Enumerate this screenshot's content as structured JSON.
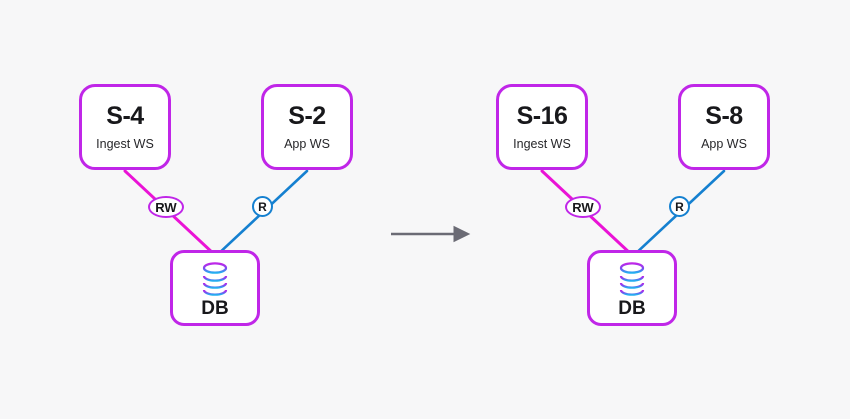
{
  "background_color": "#f7f7f8",
  "colors": {
    "node_border": "#c026e8",
    "edge_rw": "#ea13d6",
    "edge_r": "#1580d0",
    "arrow": "#6b6b75",
    "text": "#18181b",
    "db_icon_top": "#c026e8",
    "db_icon_bottom": "#22a6e8"
  },
  "diagram": {
    "type": "architecture-scaling-diagram",
    "transition_arrow": {
      "name": "transition-arrow",
      "direction": "right",
      "label": ""
    },
    "panels": [
      {
        "id": "before",
        "name": "before-state",
        "nodes": [
          {
            "id": "ingest-ws",
            "name": "ingest-ws-node",
            "title": "S-4",
            "subtitle": "Ingest WS"
          },
          {
            "id": "app-ws",
            "name": "app-ws-node",
            "title": "S-2",
            "subtitle": "App  WS"
          },
          {
            "id": "db",
            "name": "db-node",
            "title": "DB",
            "subtitle": "",
            "icon": "database-cylinder-icon"
          }
        ],
        "edges": [
          {
            "id": "ingest-to-db",
            "name": "edge-ingest-to-db",
            "from": "ingest-ws",
            "to": "db",
            "badge": "RW",
            "badge_name": "edge-badge-rw",
            "color": "#ea13d6"
          },
          {
            "id": "app-to-db",
            "name": "edge-app-to-db",
            "from": "app-ws",
            "to": "db",
            "badge": "R",
            "badge_name": "edge-badge-r",
            "color": "#1580d0"
          }
        ]
      },
      {
        "id": "after",
        "name": "after-state",
        "nodes": [
          {
            "id": "ingest-ws",
            "name": "ingest-ws-node",
            "title": "S-16",
            "subtitle": "Ingest WS"
          },
          {
            "id": "app-ws",
            "name": "app-ws-node",
            "title": "S-8",
            "subtitle": "App  WS"
          },
          {
            "id": "db",
            "name": "db-node",
            "title": "DB",
            "subtitle": "",
            "icon": "database-cylinder-icon"
          }
        ],
        "edges": [
          {
            "id": "ingest-to-db",
            "name": "edge-ingest-to-db",
            "from": "ingest-ws",
            "to": "db",
            "badge": "RW",
            "badge_name": "edge-badge-rw",
            "color": "#ea13d6"
          },
          {
            "id": "app-to-db",
            "name": "edge-app-to-db",
            "from": "app-ws",
            "to": "db",
            "badge": "R",
            "badge_name": "edge-badge-r",
            "color": "#1580d0"
          }
        ]
      }
    ]
  }
}
